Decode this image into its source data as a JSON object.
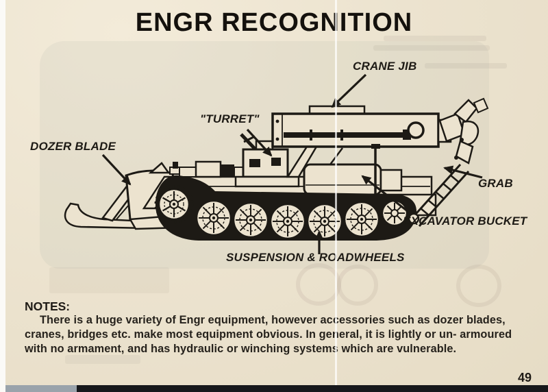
{
  "page": {
    "title": "ENGR RECOGNITION",
    "page_number": "49"
  },
  "colors": {
    "paper": "#ece3cf",
    "ink": "#1d1a15",
    "edge_bar": "#17181b"
  },
  "diagram": {
    "labels": {
      "crane_jib": "CRANE JIB",
      "turret": "\"TURRET\"",
      "dozer_blade": "DOZER BLADE",
      "grab": "GRAB",
      "excavator_bucket": "EXCAVATOR BUCKET",
      "suspension": "SUSPENSION & ROADWHEELS"
    }
  },
  "notes": {
    "heading": "NOTES:",
    "body": "There is a huge variety of Engr equipment, however accessories such as dozer blades, cranes, bridges etc. make most equipment obvious. In general, it is lightly or un- armoured with no armament, and has hydraulic or winching systems which are vulnerable."
  }
}
